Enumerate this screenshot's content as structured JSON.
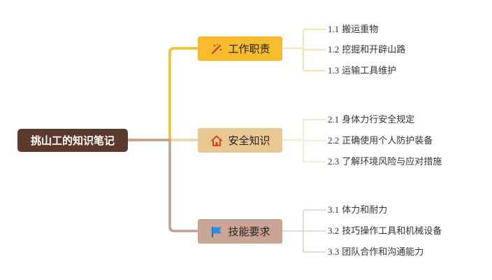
{
  "root": {
    "label": "挑山工的知识笔记",
    "color": "#5c3a2e"
  },
  "branches": [
    {
      "label": "工作职责",
      "icon": "magic-wand-icon",
      "color": "#f7bc2e",
      "line_color": "#f7bc2e",
      "leaf_line_color": "#f5dc9a",
      "children": [
        {
          "num": "1.1",
          "text": "搬运重物"
        },
        {
          "num": "1.2",
          "text": "挖掘和开辟山路"
        },
        {
          "num": "1.3",
          "text": "运输工具维护"
        }
      ]
    },
    {
      "label": "安全知识",
      "icon": "home-icon",
      "color": "#e8c790",
      "line_color": "#f0d5a8",
      "leaf_line_color": "#f2e2c6",
      "children": [
        {
          "num": "2.1",
          "text": "身体力行安全规定"
        },
        {
          "num": "2.2",
          "text": "正确使用个人防护装备"
        },
        {
          "num": "2.3",
          "text": "了解环境风险与应对措施"
        }
      ]
    },
    {
      "label": "技能要求",
      "icon": "flag-icon",
      "color": "#caa596",
      "line_color": "#c0a08f",
      "leaf_line_color": "#e3cfc4",
      "children": [
        {
          "num": "3.1",
          "text": "体力和耐力"
        },
        {
          "num": "3.2",
          "text": "技巧操作工具和机械设备"
        },
        {
          "num": "3.3",
          "text": "团队合作和沟通能力"
        }
      ]
    }
  ]
}
